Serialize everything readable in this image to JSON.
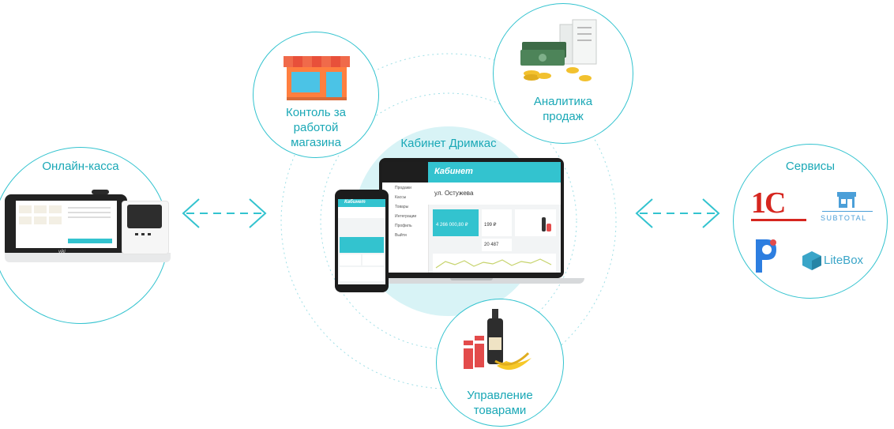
{
  "center": {
    "title": "Кабинет Дримкас"
  },
  "nodes": {
    "online_kassa": "Онлайн-касса",
    "control": [
      "Контоль за",
      "работой",
      "магазина"
    ],
    "analytics": [
      "Аналитика",
      "продаж"
    ],
    "goods": [
      "Управление",
      "товарами"
    ],
    "services": "Сервисы"
  },
  "logos": {
    "one_c": "1С",
    "subtotal": "SUBTOTAL",
    "litebox": "LiteBox"
  },
  "laptop_screen": {
    "brand": "Кабинет",
    "store": "ул. Остужева",
    "sidebar": [
      "Продажи",
      "Кассы",
      "Товары",
      "Интеграции",
      "Профиль",
      "Выйти"
    ],
    "revenue": "4 266 000,80 ₽",
    "avg_check": "199 ₽",
    "checks": "20 487"
  },
  "kassa_screen": {
    "brand": "viki"
  },
  "colors": {
    "accent": "#33c3cf",
    "text": "#1aa8b6",
    "glow": "#d8f3f6"
  }
}
